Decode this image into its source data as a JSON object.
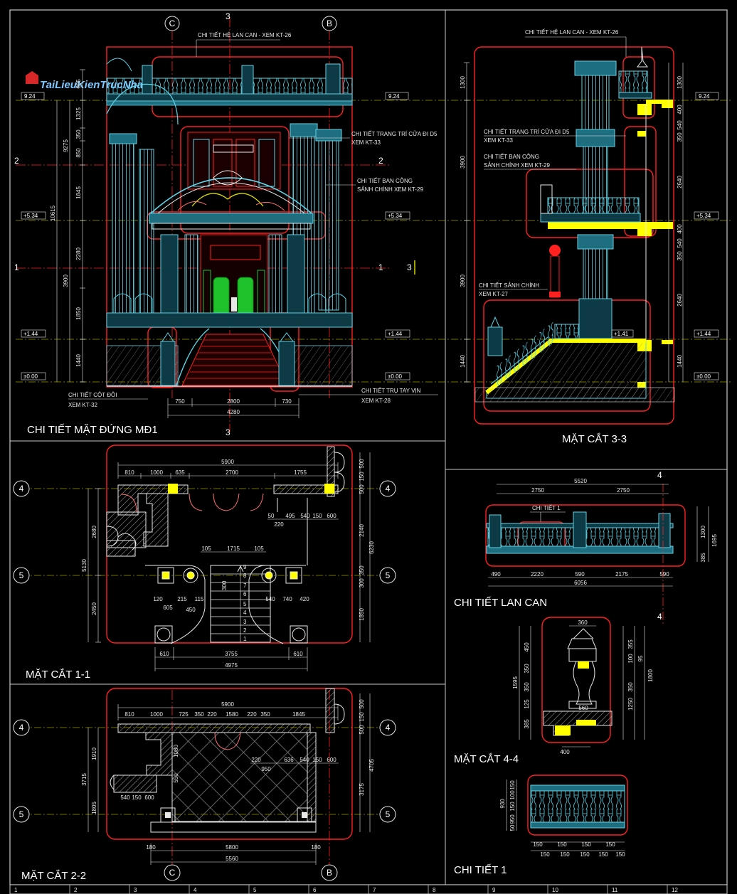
{
  "colors": {
    "background": "#000000",
    "frame": "#c8c8c8",
    "red": "#ff2020",
    "cyan": "#5fd3e6",
    "yellow": "#ffff00",
    "green": "#1fc22a",
    "white": "#ffffff",
    "teal": "#1e6e80"
  },
  "watermark": "TaiLieuKienTrucNha",
  "views": {
    "elevation": {
      "title": "CHI TIẾT MẶT ĐỨNG MĐ1"
    },
    "section33": {
      "title": "MẶT CẮT 3-3"
    },
    "section11": {
      "title": "MẶT CẮT 1-1"
    },
    "section22": {
      "title": "MẶT CẮT 2-2"
    },
    "railing": {
      "title": "CHI TIẾT LAN CAN"
    },
    "section44": {
      "title": "MẶT CẮT 4-4"
    },
    "detail1": {
      "title": "CHI TIẾT 1"
    }
  },
  "annotations": {
    "railing_ref": "CHI TIẾT HỆ LAN CAN - XEM KT-26",
    "door_decor_1": "CHI TIẾT TRANG TRÍ CỬA ĐI D5",
    "door_decor_2": "XEM KT-33",
    "balcony_1": "CHI TIẾT BAN CÔNG",
    "balcony_2": "SẢNH CHÍNH XEM KT-29",
    "double_col_1": "CHI TIẾT CỘT ĐÔI",
    "double_col_2": "XEM KT-32",
    "handrail_1": "CHI TIẾT TRỤ TAY VỊN",
    "handrail_2": "XEM KT-28",
    "lobby_1": "CHI TIẾT SẢNH CHÍNH",
    "lobby_2": "XEM KT-27",
    "detail1_ref": "CHI TIẾT 1",
    "s33_railing_ref": "CHI TIẾT HỆ LAN CAN - XEM KT-26",
    "s33_door_1": "CHI TIẾT TRANG TRÍ CỬA ĐI D5",
    "s33_door_2": "XEM KT-33",
    "s33_balcony_1": "CHI TIẾT BAN CÔNG",
    "s33_balcony_2": "SẢNH CHÍNH XEM KT-29"
  },
  "levels": {
    "top": "9.24",
    "mid": "+5.34",
    "low": "+1.44",
    "ground": "±0.00",
    "s33_low": "+1.41"
  },
  "grid_labels": {
    "c": "C",
    "b": "B",
    "g3": "3",
    "g2": "2",
    "g1": "1",
    "g4": "4",
    "g5": "5"
  },
  "dims": {
    "elev_v": [
      "605",
      "1325",
      "350",
      "850",
      "1845",
      "2280",
      "1850",
      "1440"
    ],
    "elev_total_1": "9275",
    "elev_total_2": "10615",
    "elev_total_3": "3900",
    "elev_h": [
      "750",
      "2800",
      "730"
    ],
    "elev_h_total": "4280",
    "s33_v": [
      "1300",
      "3900",
      "3900",
      "1440"
    ],
    "s33_v_right": [
      "1300",
      "400",
      "540",
      "350",
      "2640",
      "400",
      "540",
      "350",
      "2640",
      "1440"
    ],
    "s11_top_total": "5900",
    "s11_top": [
      "810",
      "1000",
      "635",
      "2700",
      "1755"
    ],
    "s11_mid": [
      "50",
      "495",
      "540",
      "150",
      "600"
    ],
    "s11_mid_2": "220",
    "s11_inner": [
      "105",
      "1715",
      "105"
    ],
    "s11_left_v": [
      "2680",
      "5130",
      "2450"
    ],
    "s11_right_v": [
      "500",
      "150",
      "500",
      "2140",
      "6230",
      "350",
      "300",
      "1850"
    ],
    "s11_small": [
      "120",
      "215",
      "115",
      "605",
      "450",
      "540",
      "740",
      "420"
    ],
    "s11_steps": [
      "9",
      "8",
      "7",
      "6",
      "5",
      "4",
      "3",
      "2",
      "1"
    ],
    "s11_step_w": "300",
    "s11_bottom": [
      "610",
      "3755",
      "610"
    ],
    "s11_bottom_total": "4975",
    "s22_top_total": "5900",
    "s22_top": [
      "810",
      "1000",
      "725",
      "350",
      "220",
      "1580",
      "220",
      "350",
      "1845"
    ],
    "s22_mid": [
      "220",
      "636",
      "540",
      "150",
      "600"
    ],
    "s22_mid_2": "950",
    "s22_left_v": [
      "1910",
      "3715",
      "1805"
    ],
    "s22_right_v": [
      "500",
      "150",
      "500",
      "4705",
      "3175"
    ],
    "s22_small": [
      "540",
      "150",
      "600",
      "1080",
      "550"
    ],
    "s22_bottom": [
      "5800"
    ],
    "s22_bottom_end": [
      "180",
      "180"
    ],
    "s22_bottom_total": "5560",
    "rail_top_total": "5520",
    "rail_top": [
      "2750",
      "2750"
    ],
    "rail_bottom": [
      "490",
      "2220",
      "590",
      "2175",
      "590"
    ],
    "rail_bottom_total": "6056",
    "rail_v": [
      "1300",
      "1695",
      "385"
    ],
    "s44_top": "360",
    "s44_left": [
      "450",
      "350",
      "350",
      "125",
      "385",
      "1595"
    ],
    "s44_right": [
      "355",
      "100",
      "95",
      "350",
      "1250",
      "1800"
    ],
    "s44_mid": "560",
    "s44_bottom": "400",
    "d1_v": [
      "150",
      "100",
      "150",
      "930",
      "950",
      "50"
    ],
    "d1_h": [
      "150",
      "150",
      "150",
      "150",
      "150",
      "150",
      "150",
      "150",
      "150"
    ]
  },
  "title_block": [
    "1",
    "2",
    "3",
    "4",
    "5",
    "6",
    "7",
    "8",
    "9",
    "10",
    "11",
    "12"
  ]
}
